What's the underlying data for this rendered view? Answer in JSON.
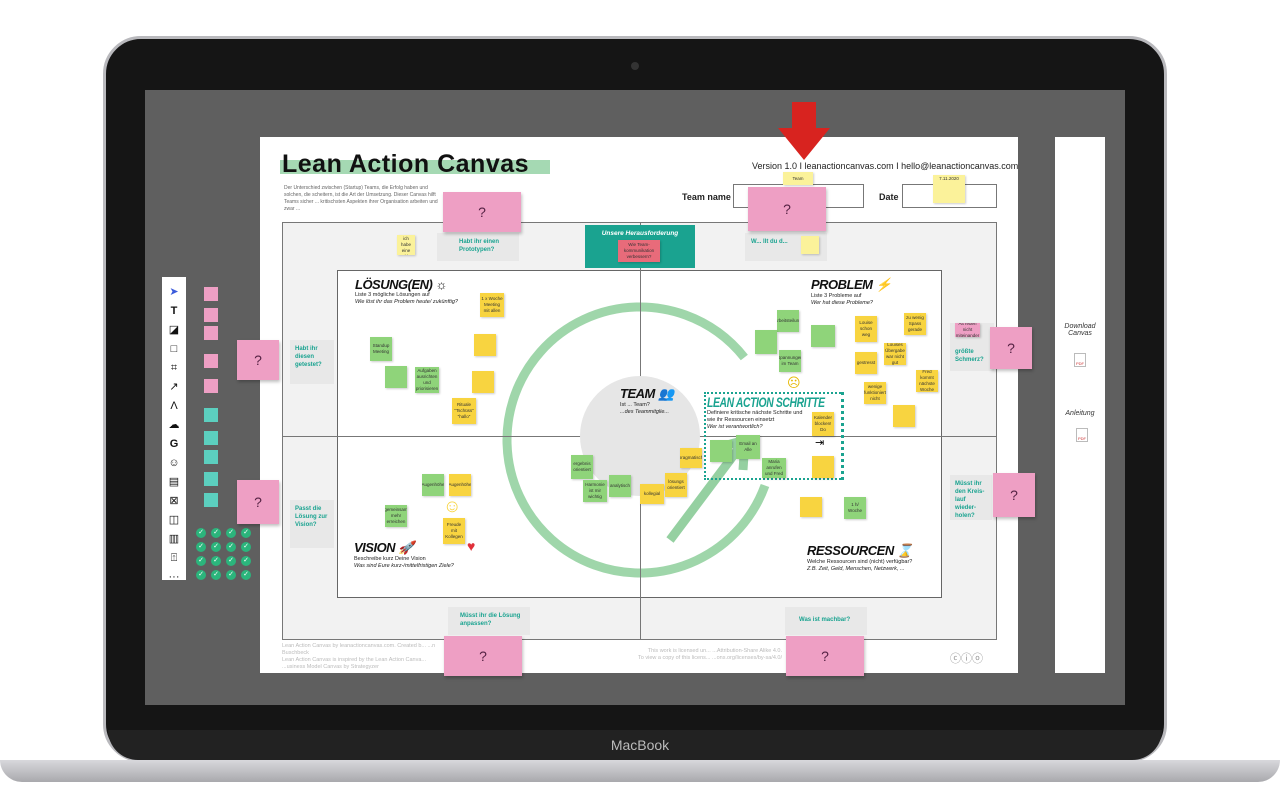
{
  "device": {
    "brand": "MacBook"
  },
  "canvas": {
    "title": "Lean Action Canvas",
    "intro": "Der Unterschied zwischen (Startup) Teams, die Erfolg haben und solchen, die scheitern, ist die Art der Umsetzung. Dieser Canvas hilft Teams sicher ... kritischsten Aspekten ihrer Organisation arbeiten und zwar ...",
    "version": "Version 1.0 I leanactioncanvas.com I hello@leanactioncanvas.com",
    "team_label": "Team name",
    "team_note": "Team",
    "date_label": "Date",
    "date_value": "7.11.2020",
    "challenge": {
      "title": "Unsere Herausforderung",
      "note": "Wie Team-kommunikation verbessern?"
    },
    "sections": {
      "loesung": {
        "title": "LÖSUNG(EN)",
        "line1": "Liste 3 mögliche Lösungen auf",
        "line2": "Wie löst ihr das Problem heute/ zukünftig?"
      },
      "problem": {
        "title": "PROBLEM",
        "line1": "Liste 3 Probleme auf",
        "line2": "Wer hat diese Probleme?"
      },
      "team": {
        "title": "TEAM",
        "line1": "Ist ... Team?",
        "line2": "...des Teammitglie..."
      },
      "lean": {
        "title": "LEAN ACTION SCHRITTE",
        "line1": "Definiere kritische nächste Schritte und wie ihr Ressourcen einsetzt",
        "line2": "Wer ist verantwortlich?"
      },
      "vision": {
        "title": "VISION",
        "line1": "Beschreibe kurz Deine Vision",
        "line2": "Was sind Eure kurz-/mittelfristigen Ziele?"
      },
      "ressourcen": {
        "title": "RESSOURCEN",
        "line1": "Welche Ressourcen sind (nicht) verfügbar?",
        "line2": "Z.B. Zeit, Geld, Menschen, Netzwerk, ..."
      }
    },
    "questions": [
      "Habt ihr einen Prototypen?",
      "W... llt du d...",
      "Habt ihr diesen getestet?",
      "größte Schmerz?",
      "Passt die Lösung zur Vision?",
      "Müsst ihr den Kreis-lauf wieder-holen?",
      "Müsst ihr die Lösung anpassen?",
      "Was ist machbar?"
    ],
    "question_mark": "?",
    "stickies": [
      "Sabe ich habe eine Problem",
      "1 x Woche Meeting mit allen",
      "",
      "",
      "Rituale \"Tschüss\" \"hallo\"",
      "Standup Meeting",
      "",
      "Aufgaben ausrichten und priorisieren",
      "Arbeitsteilung",
      "",
      "",
      "Spannungen im Team",
      "Louise schon weg",
      "zu wenig Spass gerade",
      "Louises Übergabe war nicht gut",
      "gestresst",
      "wenige funktioniert nicht",
      "Fred kommt nächste Woche",
      "",
      "ergebnis orientiert",
      "Harmonie ist mir wichtig",
      "analytisch",
      "kollegial",
      "lösungs orientiert",
      "pragmatisch",
      "",
      "Email an Alle",
      "Maria anrufen und Fred",
      "Kalender blocken! Do",
      "",
      "",
      "1 h/ Woche",
      "Augenhöhe",
      "Augenhöhe",
      "Freude mit Kollegen",
      "gemeinsam mehr erreichen",
      "Alt reden nicht miteinander",
      ""
    ],
    "footer_left": [
      "Lean Action Canvas by leanactioncanvas.com. Created b... ...n Buschbeck",
      "Lean Action Canvas  is inspired by the Lean Action Canva... ...usiness Model Canvas by Strategyzer"
    ],
    "footer_right": [
      "This work is licensed un... ...Attribution-Share Alike 4.0.",
      "To view a copy of this licens... ...ons.org/licenses/by-sa/4.0/"
    ]
  },
  "right_panel": {
    "download": "Download Canvas",
    "guide": "Anleitung",
    "pdf": "PDF"
  },
  "toolbar": {
    "tools": [
      "select",
      "text",
      "sticky-note",
      "shape",
      "frame",
      "pen",
      "comment-line",
      "upload",
      "google",
      "emoji",
      "comment",
      "crop",
      "board",
      "template",
      "upload-box",
      "more"
    ]
  },
  "colors": {
    "accent": "#1aa390",
    "pink": "#ee9fc4",
    "yellow": "#f8d440",
    "green": "#8fd47a",
    "arrow": "#d8231f"
  }
}
